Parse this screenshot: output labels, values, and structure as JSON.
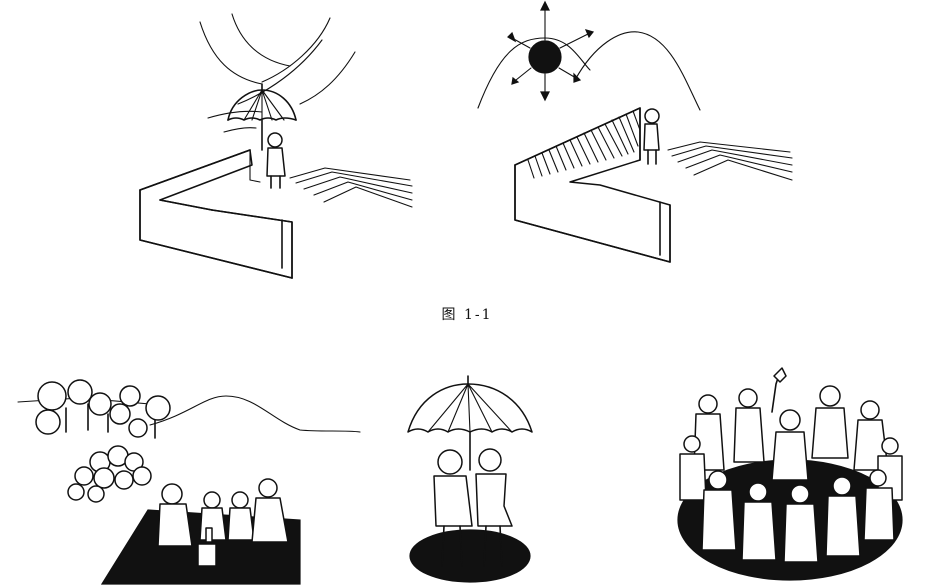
{
  "figure": {
    "caption": "图 1-1"
  },
  "illustrations": [
    {
      "id": "shelter-wall-umbrella"
    },
    {
      "id": "shelter-wall-sun"
    },
    {
      "id": "picnic-landscape"
    },
    {
      "id": "couple-under-umbrella"
    },
    {
      "id": "crowd-circle"
    }
  ]
}
